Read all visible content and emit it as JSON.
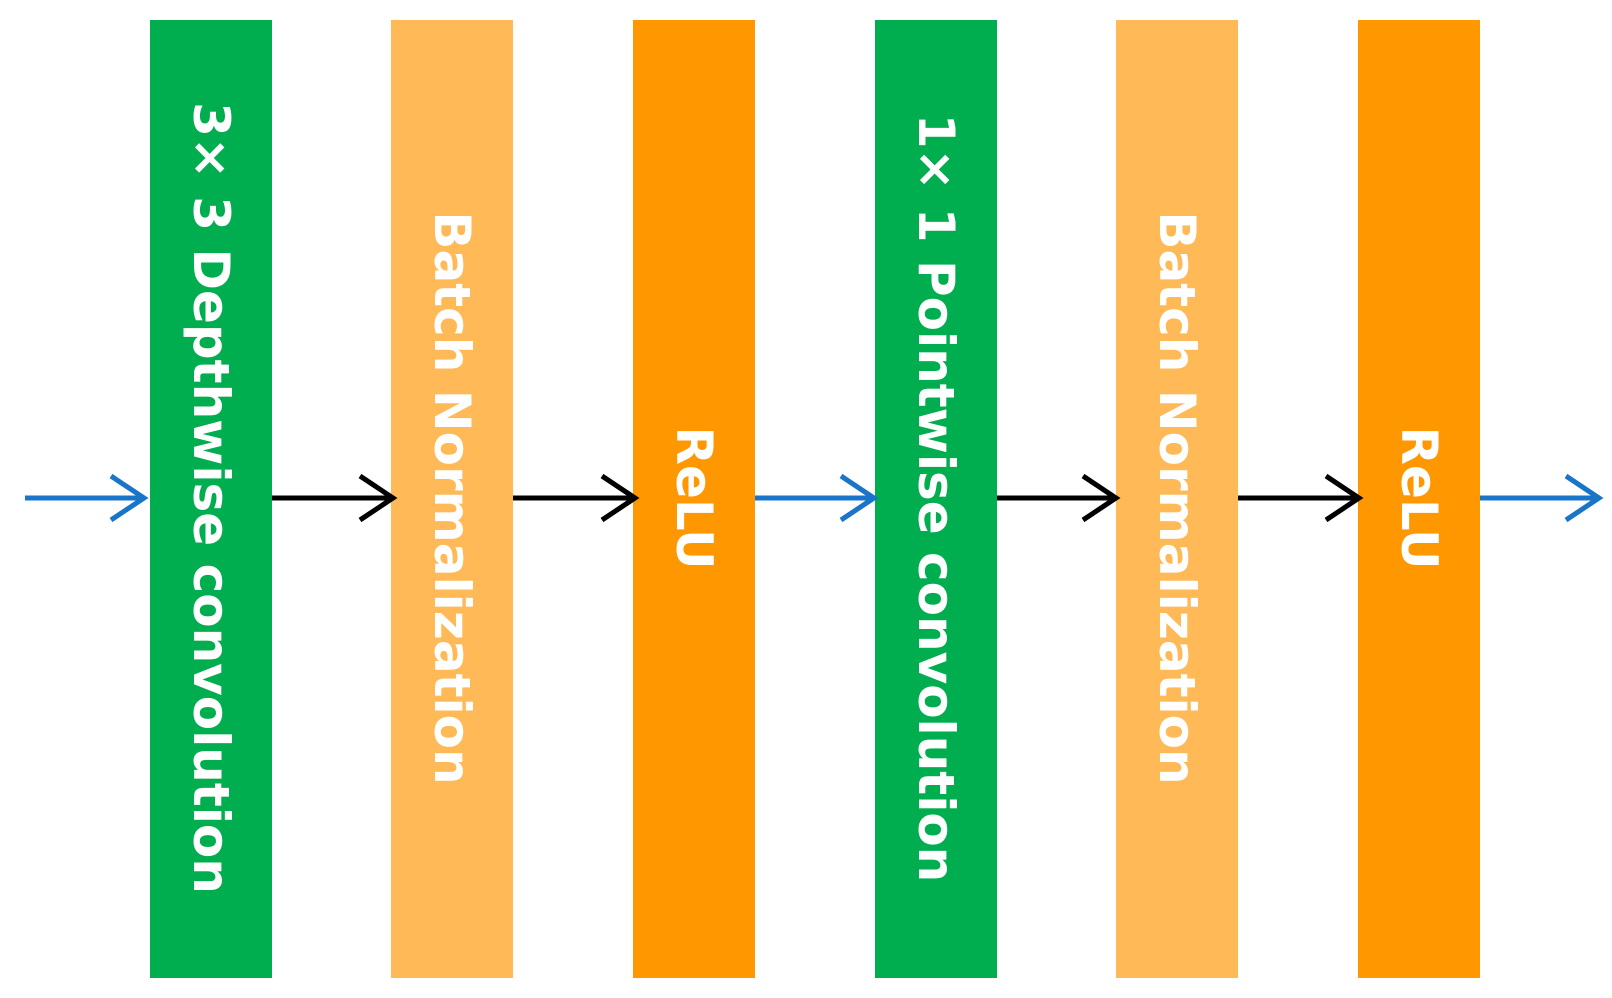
{
  "blocks": [
    {
      "label": "3× 3 Depthwise convolution",
      "kind": "conv"
    },
    {
      "label": "Batch Normalization",
      "kind": "bn"
    },
    {
      "label": "ReLU",
      "kind": "relu"
    },
    {
      "label": "1× 1 Pointwise convolution",
      "kind": "conv"
    },
    {
      "label": "Batch Normalization",
      "kind": "bn"
    },
    {
      "label": "ReLU",
      "kind": "relu"
    }
  ],
  "colors": {
    "conv": "#00ad4f",
    "bn": "#ffb957",
    "relu": "#ff9700",
    "arrow_blue": "#1a75c9",
    "arrow_black": "#000000"
  },
  "arrows": [
    {
      "color": "arrow_blue"
    },
    {
      "color": "arrow_black"
    },
    {
      "color": "arrow_black"
    },
    {
      "color": "arrow_blue"
    },
    {
      "color": "arrow_black"
    },
    {
      "color": "arrow_black"
    },
    {
      "color": "arrow_blue"
    }
  ]
}
